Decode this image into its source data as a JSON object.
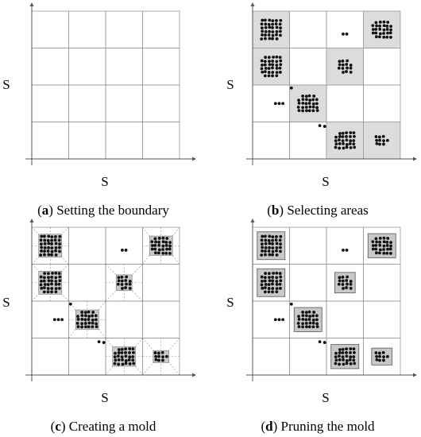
{
  "panels": [
    {
      "id": "a",
      "letter": "a",
      "caption": "Setting the boundary",
      "x_axis_label": "S",
      "y_axis_label": "S"
    },
    {
      "id": "b",
      "letter": "b",
      "caption": "Selecting areas",
      "x_axis_label": "S",
      "y_axis_label": "S"
    },
    {
      "id": "c",
      "letter": "c",
      "caption": "Creating a mold",
      "x_axis_label": "S",
      "y_axis_label": "S"
    },
    {
      "id": "d",
      "letter": "d",
      "caption": "Pruning the mold",
      "x_axis_label": "S",
      "y_axis_label": "S"
    }
  ],
  "grid": {
    "rows": 4,
    "cols": 4
  },
  "colors": {
    "grid_line": "#9a9a9a",
    "axis": "#555555",
    "dot": "#111111",
    "selected_cell_fill": "#dcdcdc",
    "mold_fill": "#c8c8c8",
    "mold_guide": "#8a8a8a"
  },
  "selected_cells": [
    [
      0,
      0
    ],
    [
      0,
      3
    ],
    [
      1,
      0
    ],
    [
      1,
      2
    ],
    [
      2,
      1
    ],
    [
      3,
      2
    ],
    [
      3,
      3
    ]
  ],
  "clusters": [
    {
      "col": 0,
      "row": 0,
      "cols": 6,
      "rows": 6
    },
    {
      "col": 3,
      "row": 0,
      "cols": 6,
      "rows": 5
    },
    {
      "col": 0,
      "row": 1,
      "cols": 6,
      "rows": 6
    },
    {
      "col": 2,
      "row": 1,
      "cols": 4,
      "rows": 4
    },
    {
      "col": 1,
      "row": 2,
      "cols": 6,
      "rows": 5
    },
    {
      "col": 2,
      "row": 3,
      "cols": 6,
      "rows": 5
    },
    {
      "col": 3,
      "row": 3,
      "cols": 4,
      "rows": 3
    }
  ]
}
